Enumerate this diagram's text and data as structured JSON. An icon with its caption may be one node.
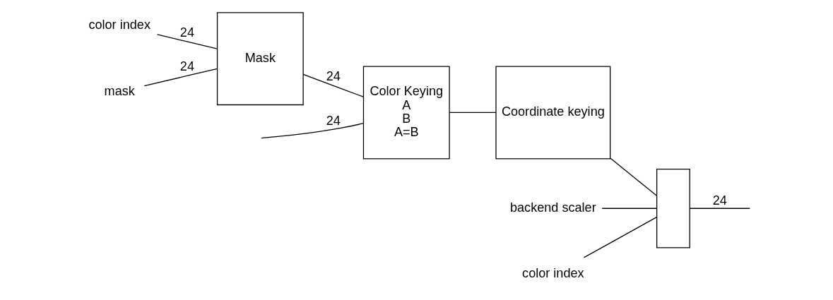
{
  "diagram": {
    "nodes": [
      {
        "text": [
          "color index"
        ]
      },
      {
        "text": [
          "mask"
        ]
      },
      {
        "text": [
          "Mask"
        ]
      },
      {
        "text": [
          "Color Keying",
          "A",
          "B",
          "A=B"
        ]
      },
      {
        "text": [
          "Coordinate keying"
        ]
      },
      {
        "text": [
          "backend scaler"
        ]
      },
      {
        "text": [
          "color index"
        ]
      },
      {
        "text": [],
        "shape": "box"
      }
    ],
    "edges": [
      {
        "from": 0,
        "to": 2,
        "arrow": "none",
        "label": "24"
      },
      {
        "from": 1,
        "to": 2,
        "arrow": "none",
        "label": "24"
      },
      {
        "from": 2,
        "to": 3,
        "arrow": "none",
        "label": "24"
      },
      {
        "from": null,
        "to": 3,
        "arrow": "none",
        "label": "24"
      },
      {
        "from": 3,
        "to": 4,
        "arrow": "none"
      },
      {
        "from": 4,
        "to": 7,
        "arrow": "none"
      },
      {
        "from": 5,
        "to": 7,
        "arrow": "none"
      },
      {
        "from": 6,
        "to": 7,
        "arrow": "none"
      },
      {
        "from": 7,
        "to": null,
        "arrow": "none",
        "label": "24"
      }
    ]
  }
}
